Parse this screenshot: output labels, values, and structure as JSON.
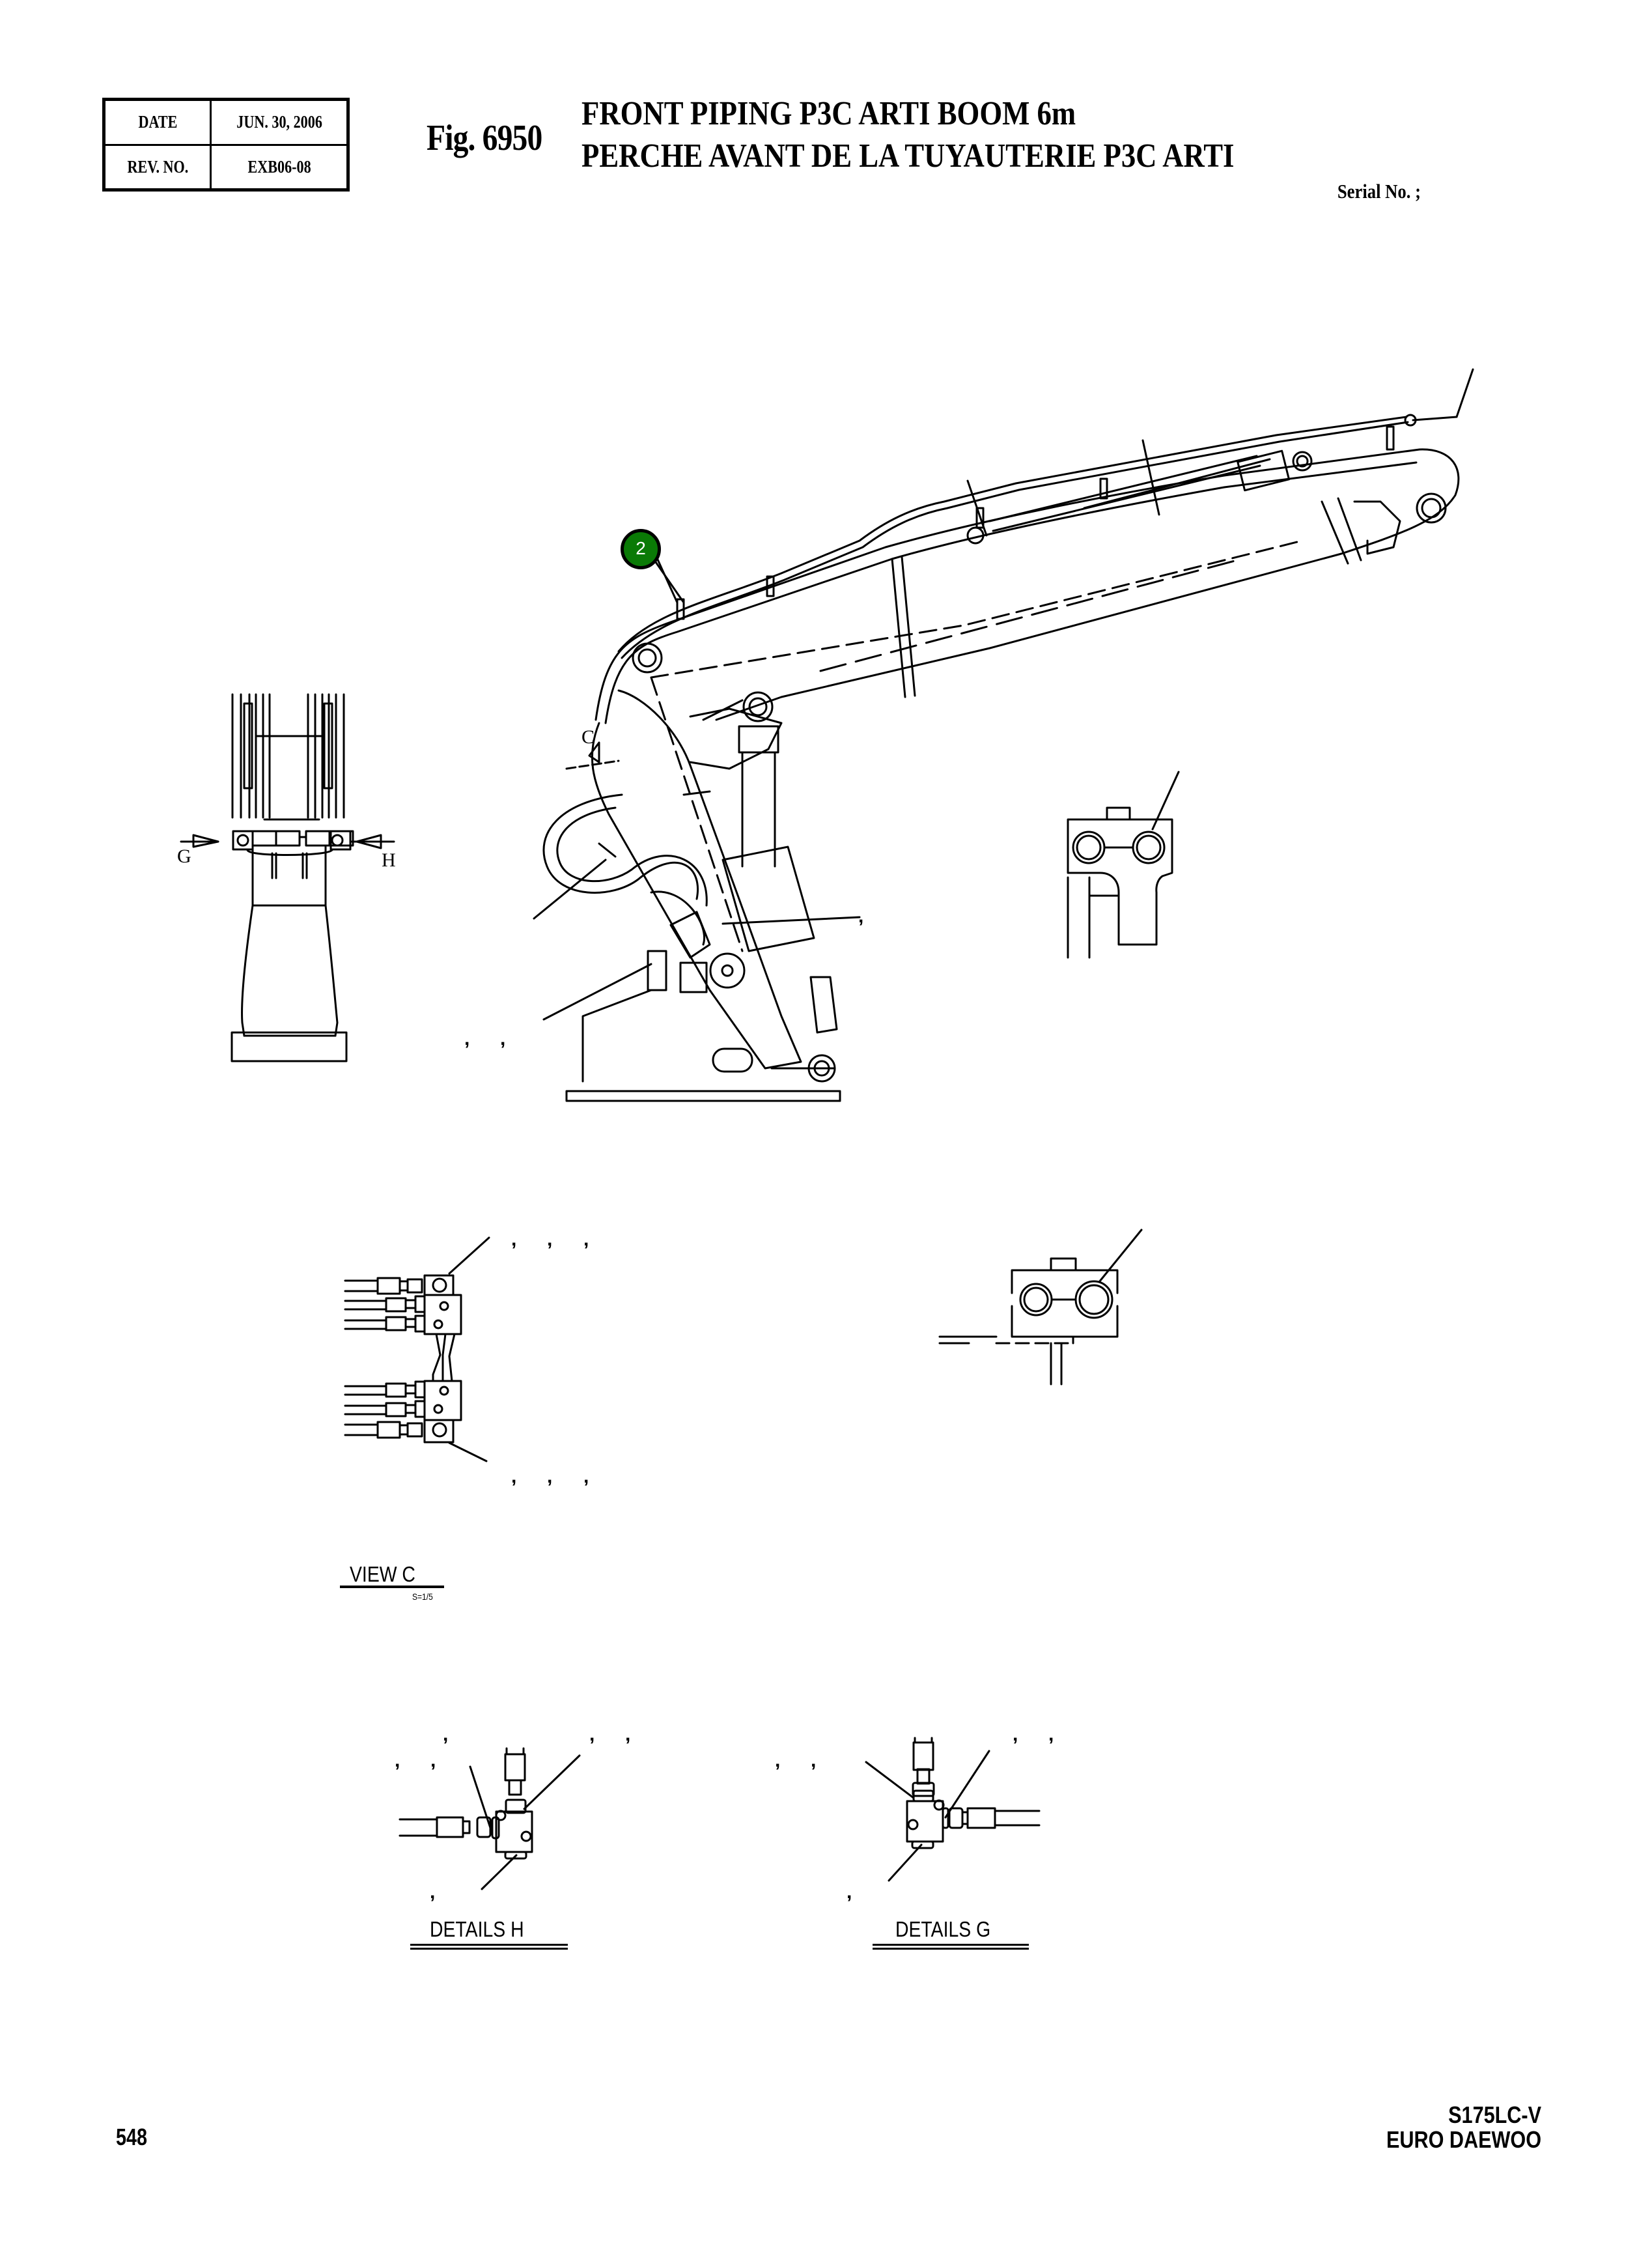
{
  "header": {
    "revision_table": {
      "date_label": "DATE",
      "date_value": "JUN. 30, 2006",
      "rev_label": "REV. NO.",
      "rev_value": "EXB06-08"
    },
    "figure_number": "Fig. 6950",
    "title_en": "FRONT PIPING P3C ARTI BOOM 6m",
    "title_fr": "PERCHE AVANT DE LA TUYAUTERIE P3C ARTI",
    "serial": "Serial No. ;"
  },
  "main_view": {
    "callout": {
      "label": "2",
      "color": "#0a7a06"
    },
    "section_marker": "C"
  },
  "front_view": {
    "arrow_left": "G",
    "arrow_right": "H"
  },
  "view_c": {
    "label": "VIEW   C",
    "scale": "S=1/5"
  },
  "details_h": {
    "label": "DETAILS   H"
  },
  "details_g": {
    "label": "DETAILS   G"
  },
  "footer": {
    "page_number": "548",
    "model": "S175LC-V",
    "brand": "EURO DAEWOO"
  }
}
